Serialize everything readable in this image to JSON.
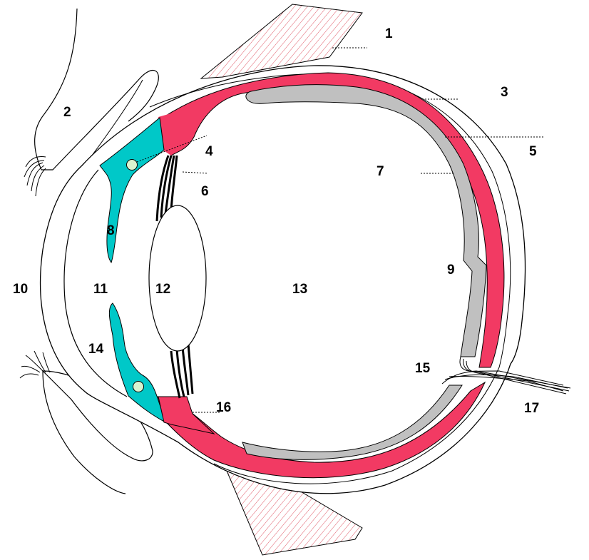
{
  "labels": {
    "n1": "1",
    "n2": "2",
    "n3": "3",
    "n4": "4",
    "n5": "5",
    "n6": "6",
    "n7": "7",
    "n8": "8",
    "n9": "9",
    "n10": "10",
    "n11": "11",
    "n12": "12",
    "n13": "13",
    "n14": "14",
    "n15": "15",
    "n16": "16",
    "n17": "17"
  },
  "colors": {
    "choroid": "#f23a63",
    "retina": "#c0c0c0",
    "iris": "#00c8c8",
    "muscle_hatch": "#e05a68",
    "ciliary_dot": "#d8f4d0",
    "outline": "#000000"
  }
}
